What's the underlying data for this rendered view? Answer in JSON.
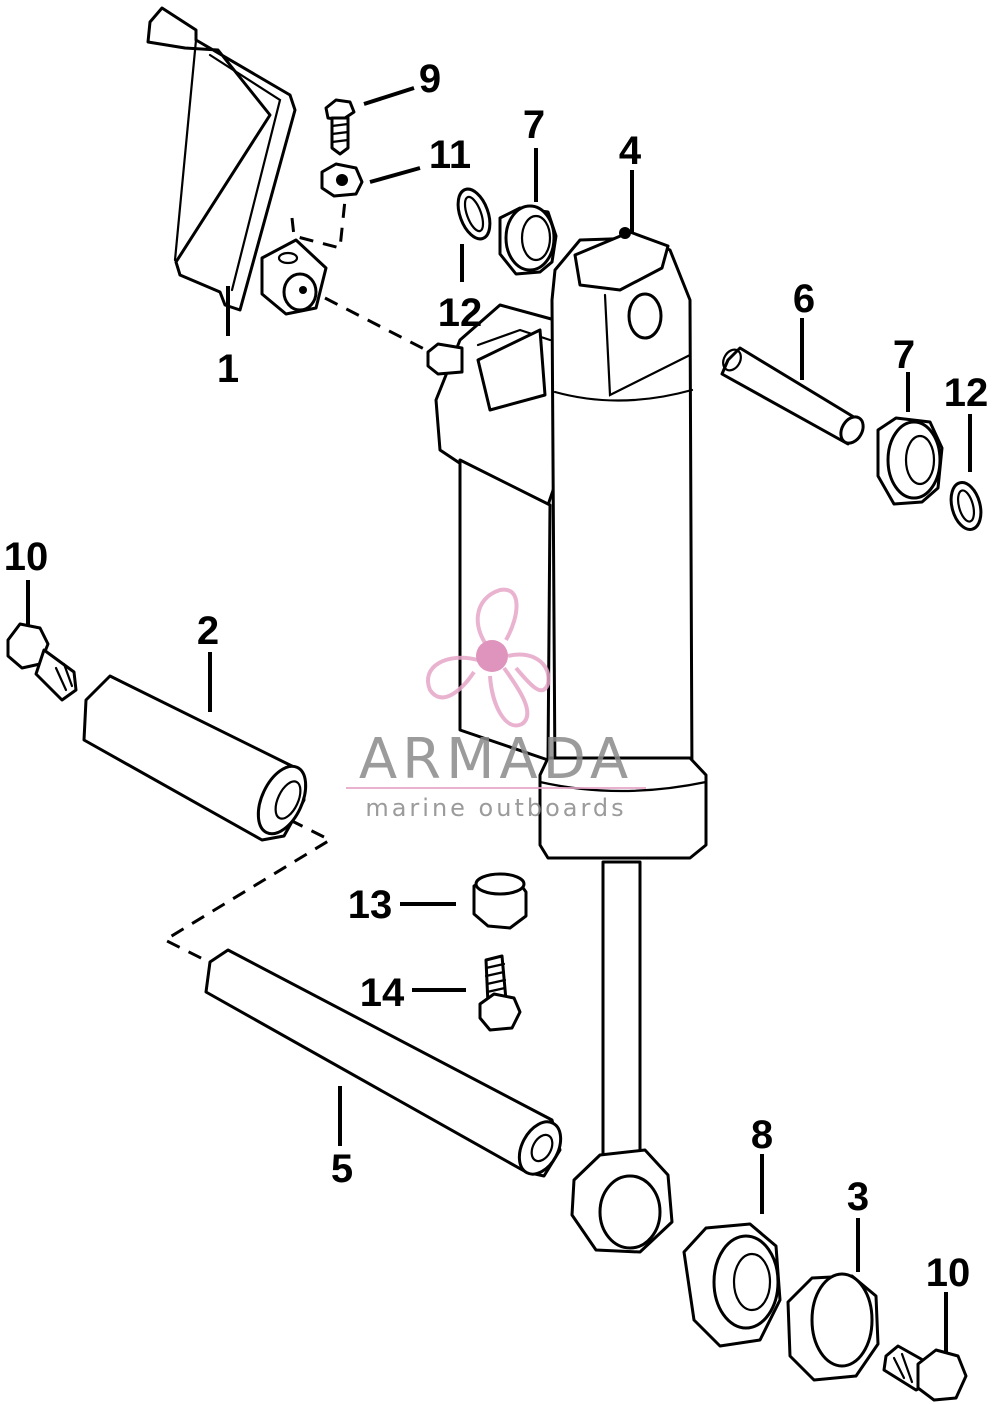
{
  "callouts": {
    "c1": "1",
    "c2": "2",
    "c3": "3",
    "c4": "4",
    "c5": "5",
    "c6": "6",
    "c7a": "7",
    "c7b": "7",
    "c8": "8",
    "c9": "9",
    "c10a": "10",
    "c10b": "10",
    "c11": "11",
    "c12a": "12",
    "c12b": "12",
    "c13": "13",
    "c14": "14"
  },
  "watermark": {
    "brand": "ARMADA",
    "tagline": "marine outboards",
    "color_text": "#8a8a8a",
    "color_logo": "#e6a6c8",
    "color_logo_dark": "#d982b1"
  },
  "icons": {
    "logo": "propeller-logo-icon"
  }
}
